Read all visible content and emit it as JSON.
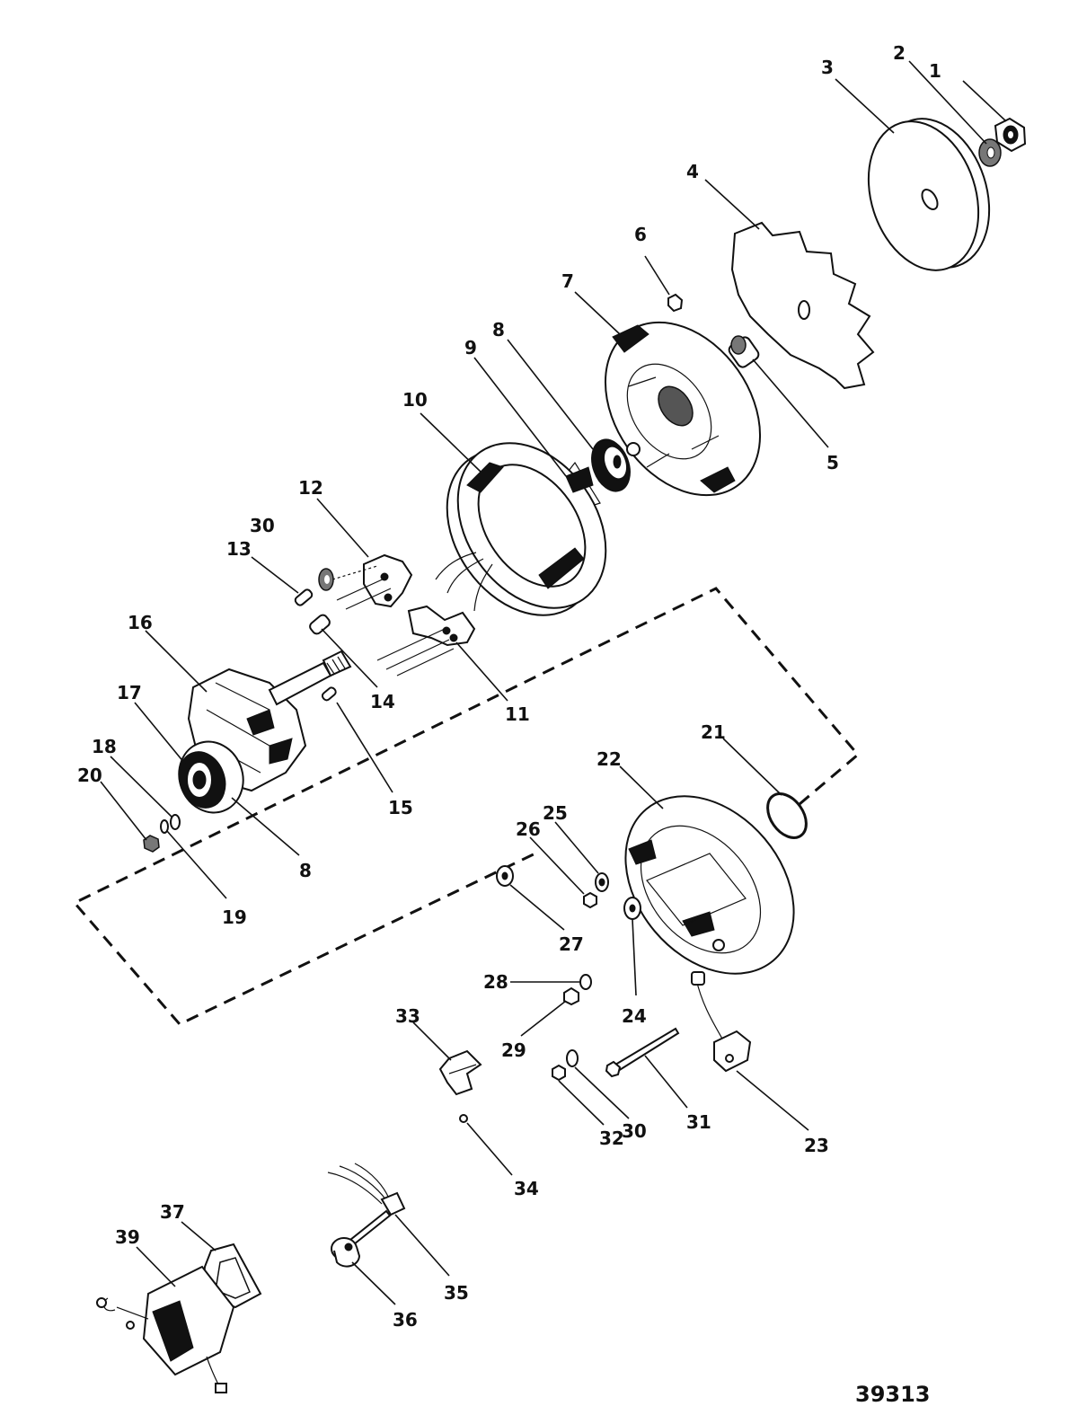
{
  "figure_number": "39313",
  "callouts": [
    {
      "id": "1",
      "label": "1"
    },
    {
      "id": "2",
      "label": "2"
    },
    {
      "id": "3",
      "label": "3"
    },
    {
      "id": "4",
      "label": "4"
    },
    {
      "id": "5",
      "label": "5"
    },
    {
      "id": "6",
      "label": "6"
    },
    {
      "id": "7",
      "label": "7"
    },
    {
      "id": "8a",
      "label": "8"
    },
    {
      "id": "9",
      "label": "9"
    },
    {
      "id": "10",
      "label": "10"
    },
    {
      "id": "11",
      "label": "11"
    },
    {
      "id": "12",
      "label": "12"
    },
    {
      "id": "13",
      "label": "13"
    },
    {
      "id": "14",
      "label": "14"
    },
    {
      "id": "15",
      "label": "15"
    },
    {
      "id": "16",
      "label": "16"
    },
    {
      "id": "17",
      "label": "17"
    },
    {
      "id": "8b",
      "label": "8"
    },
    {
      "id": "18",
      "label": "18"
    },
    {
      "id": "19",
      "label": "19"
    },
    {
      "id": "20",
      "label": "20"
    },
    {
      "id": "21",
      "label": "21"
    },
    {
      "id": "22",
      "label": "22"
    },
    {
      "id": "23",
      "label": "23"
    },
    {
      "id": "24",
      "label": "24"
    },
    {
      "id": "25",
      "label": "25"
    },
    {
      "id": "26",
      "label": "26"
    },
    {
      "id": "27",
      "label": "27"
    },
    {
      "id": "28",
      "label": "28"
    },
    {
      "id": "29",
      "label": "29"
    },
    {
      "id": "30a",
      "label": "30"
    },
    {
      "id": "30b",
      "label": "30"
    },
    {
      "id": "31",
      "label": "31"
    },
    {
      "id": "32",
      "label": "32"
    },
    {
      "id": "33",
      "label": "33"
    },
    {
      "id": "34",
      "label": "34"
    },
    {
      "id": "35",
      "label": "35"
    },
    {
      "id": "36",
      "label": "36"
    },
    {
      "id": "37",
      "label": "37"
    },
    {
      "id": "39",
      "label": "39"
    }
  ]
}
